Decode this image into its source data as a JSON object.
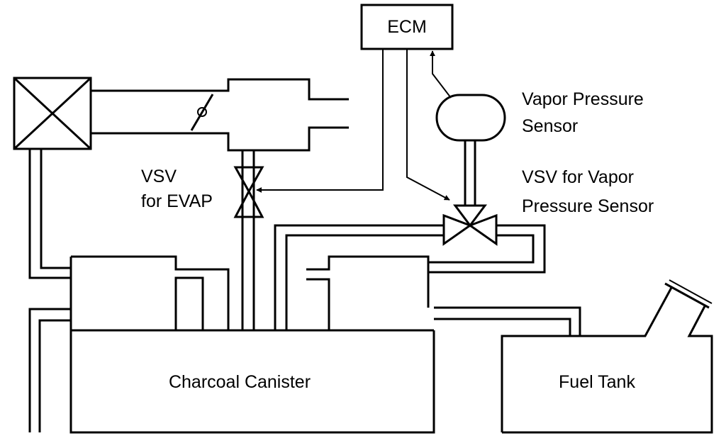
{
  "labels": {
    "ecm": "ECM",
    "vapor_pressure_sensor": [
      "Vapor Pressure",
      "Sensor"
    ],
    "vsv_evap": [
      "VSV",
      "for EVAP"
    ],
    "vsv_vapor_pressure_sensor": [
      "VSV for Vapor",
      "Pressure Sensor"
    ],
    "charcoal_canister": "Charcoal Canister",
    "fuel_tank": "Fuel Tank"
  }
}
